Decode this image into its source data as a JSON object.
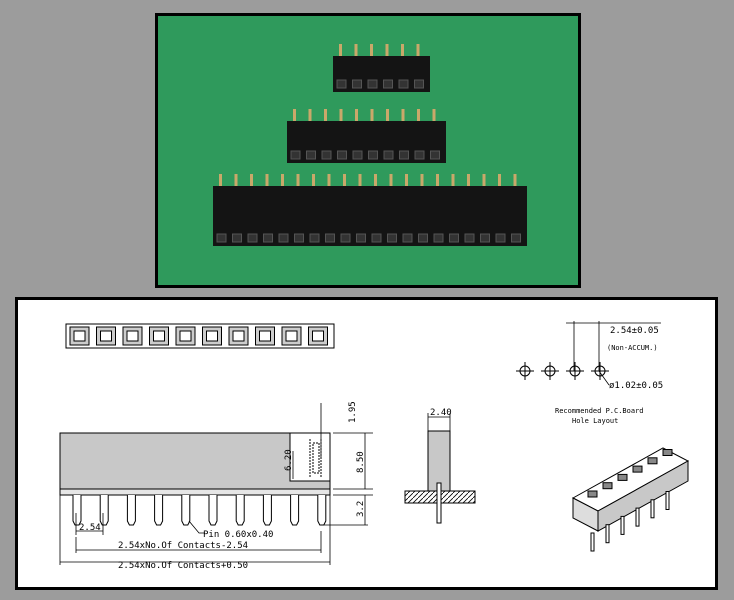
{
  "photo": {
    "connectors": [
      {
        "name": "6-pin",
        "pins": 6
      },
      {
        "name": "10-pin",
        "pins": 10
      },
      {
        "name": "20-pin",
        "pins": 20
      }
    ],
    "background_color": "#2f9a5c"
  },
  "drawing": {
    "top_view_contacts": 10,
    "side_view_pins": 10,
    "dims": {
      "d195": "1.95",
      "d620": "6.20",
      "d850": "8.50",
      "d32": "3.2",
      "d254": "2.54",
      "pin": "Pin 0.60x0.40",
      "span1": "2.54xNo.Of Contacts-2.54",
      "span2": "2.54xNo.Of Contacts+0.50",
      "d240": "2.40"
    },
    "pcb": {
      "pitch": "2.54±0.05",
      "note": "(Non-ACCUM.)",
      "hole": "ø1.02±0.05",
      "caption1": "Recommended P.C.Board",
      "caption2": "Hole Layout"
    }
  }
}
